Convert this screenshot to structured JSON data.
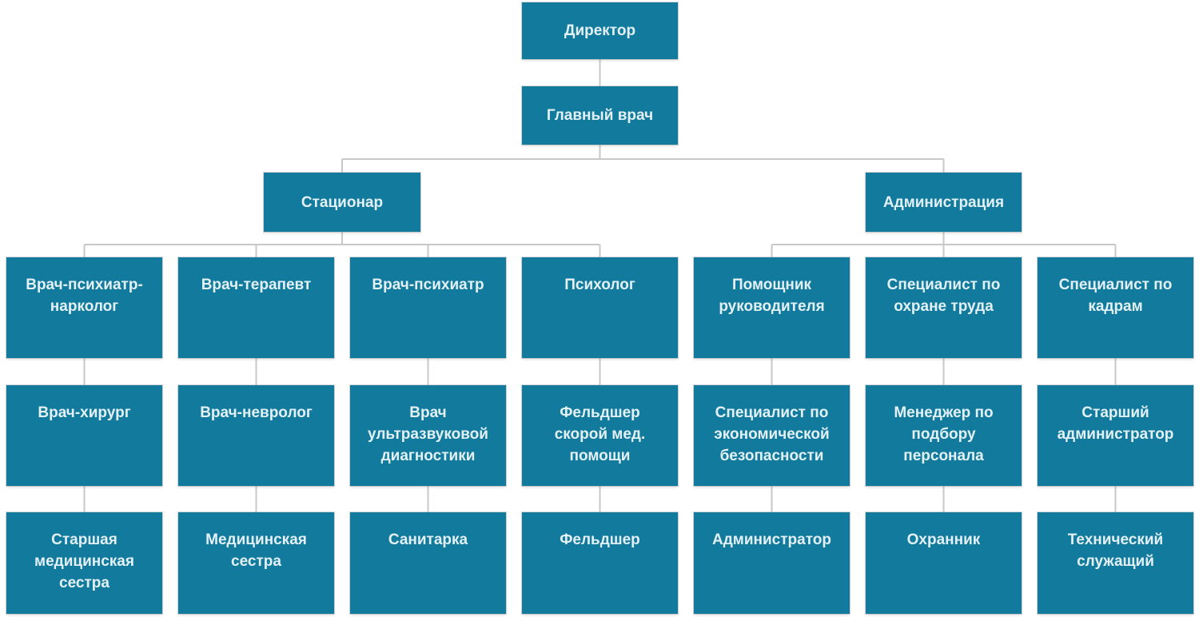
{
  "theme": {
    "background": "#ffffff",
    "box-fill": "#127a9c",
    "box-text": "#e3f1f6",
    "connector": "#c8c8c8"
  },
  "org": {
    "root": {
      "label": "Директор"
    },
    "chief": {
      "label": "Главный врач"
    },
    "departments": [
      {
        "label": "Стационар"
      },
      {
        "label": "Администрация"
      }
    ],
    "columns": [
      {
        "level1": "Врач-психиатр-нарколог",
        "level2": "Врач-хирург",
        "level3": "Старшая медицинская сестра"
      },
      {
        "level1": "Врач-терапевт",
        "level2": "Врач-невролог",
        "level3": "Медицинская сестра"
      },
      {
        "level1": "Врач-психиатр",
        "level2": "Врач ультразвуковой диагностики",
        "level3": "Санитарка"
      },
      {
        "level1": "Психолог",
        "level2": "Фельдшер скорой мед. помощи",
        "level3": "Фельдшер"
      },
      {
        "level1": "Помощник руководителя",
        "level2": "Специалист по экономической безопасности",
        "level3": "Администратор"
      },
      {
        "level1": "Специалист по охране труда",
        "level2": "Менеджер по подбору персонала",
        "level3": "Охранник"
      },
      {
        "level1": "Специалист по кадрам",
        "level2": "Старший администратор",
        "level3": "Технический служащий"
      }
    ]
  }
}
